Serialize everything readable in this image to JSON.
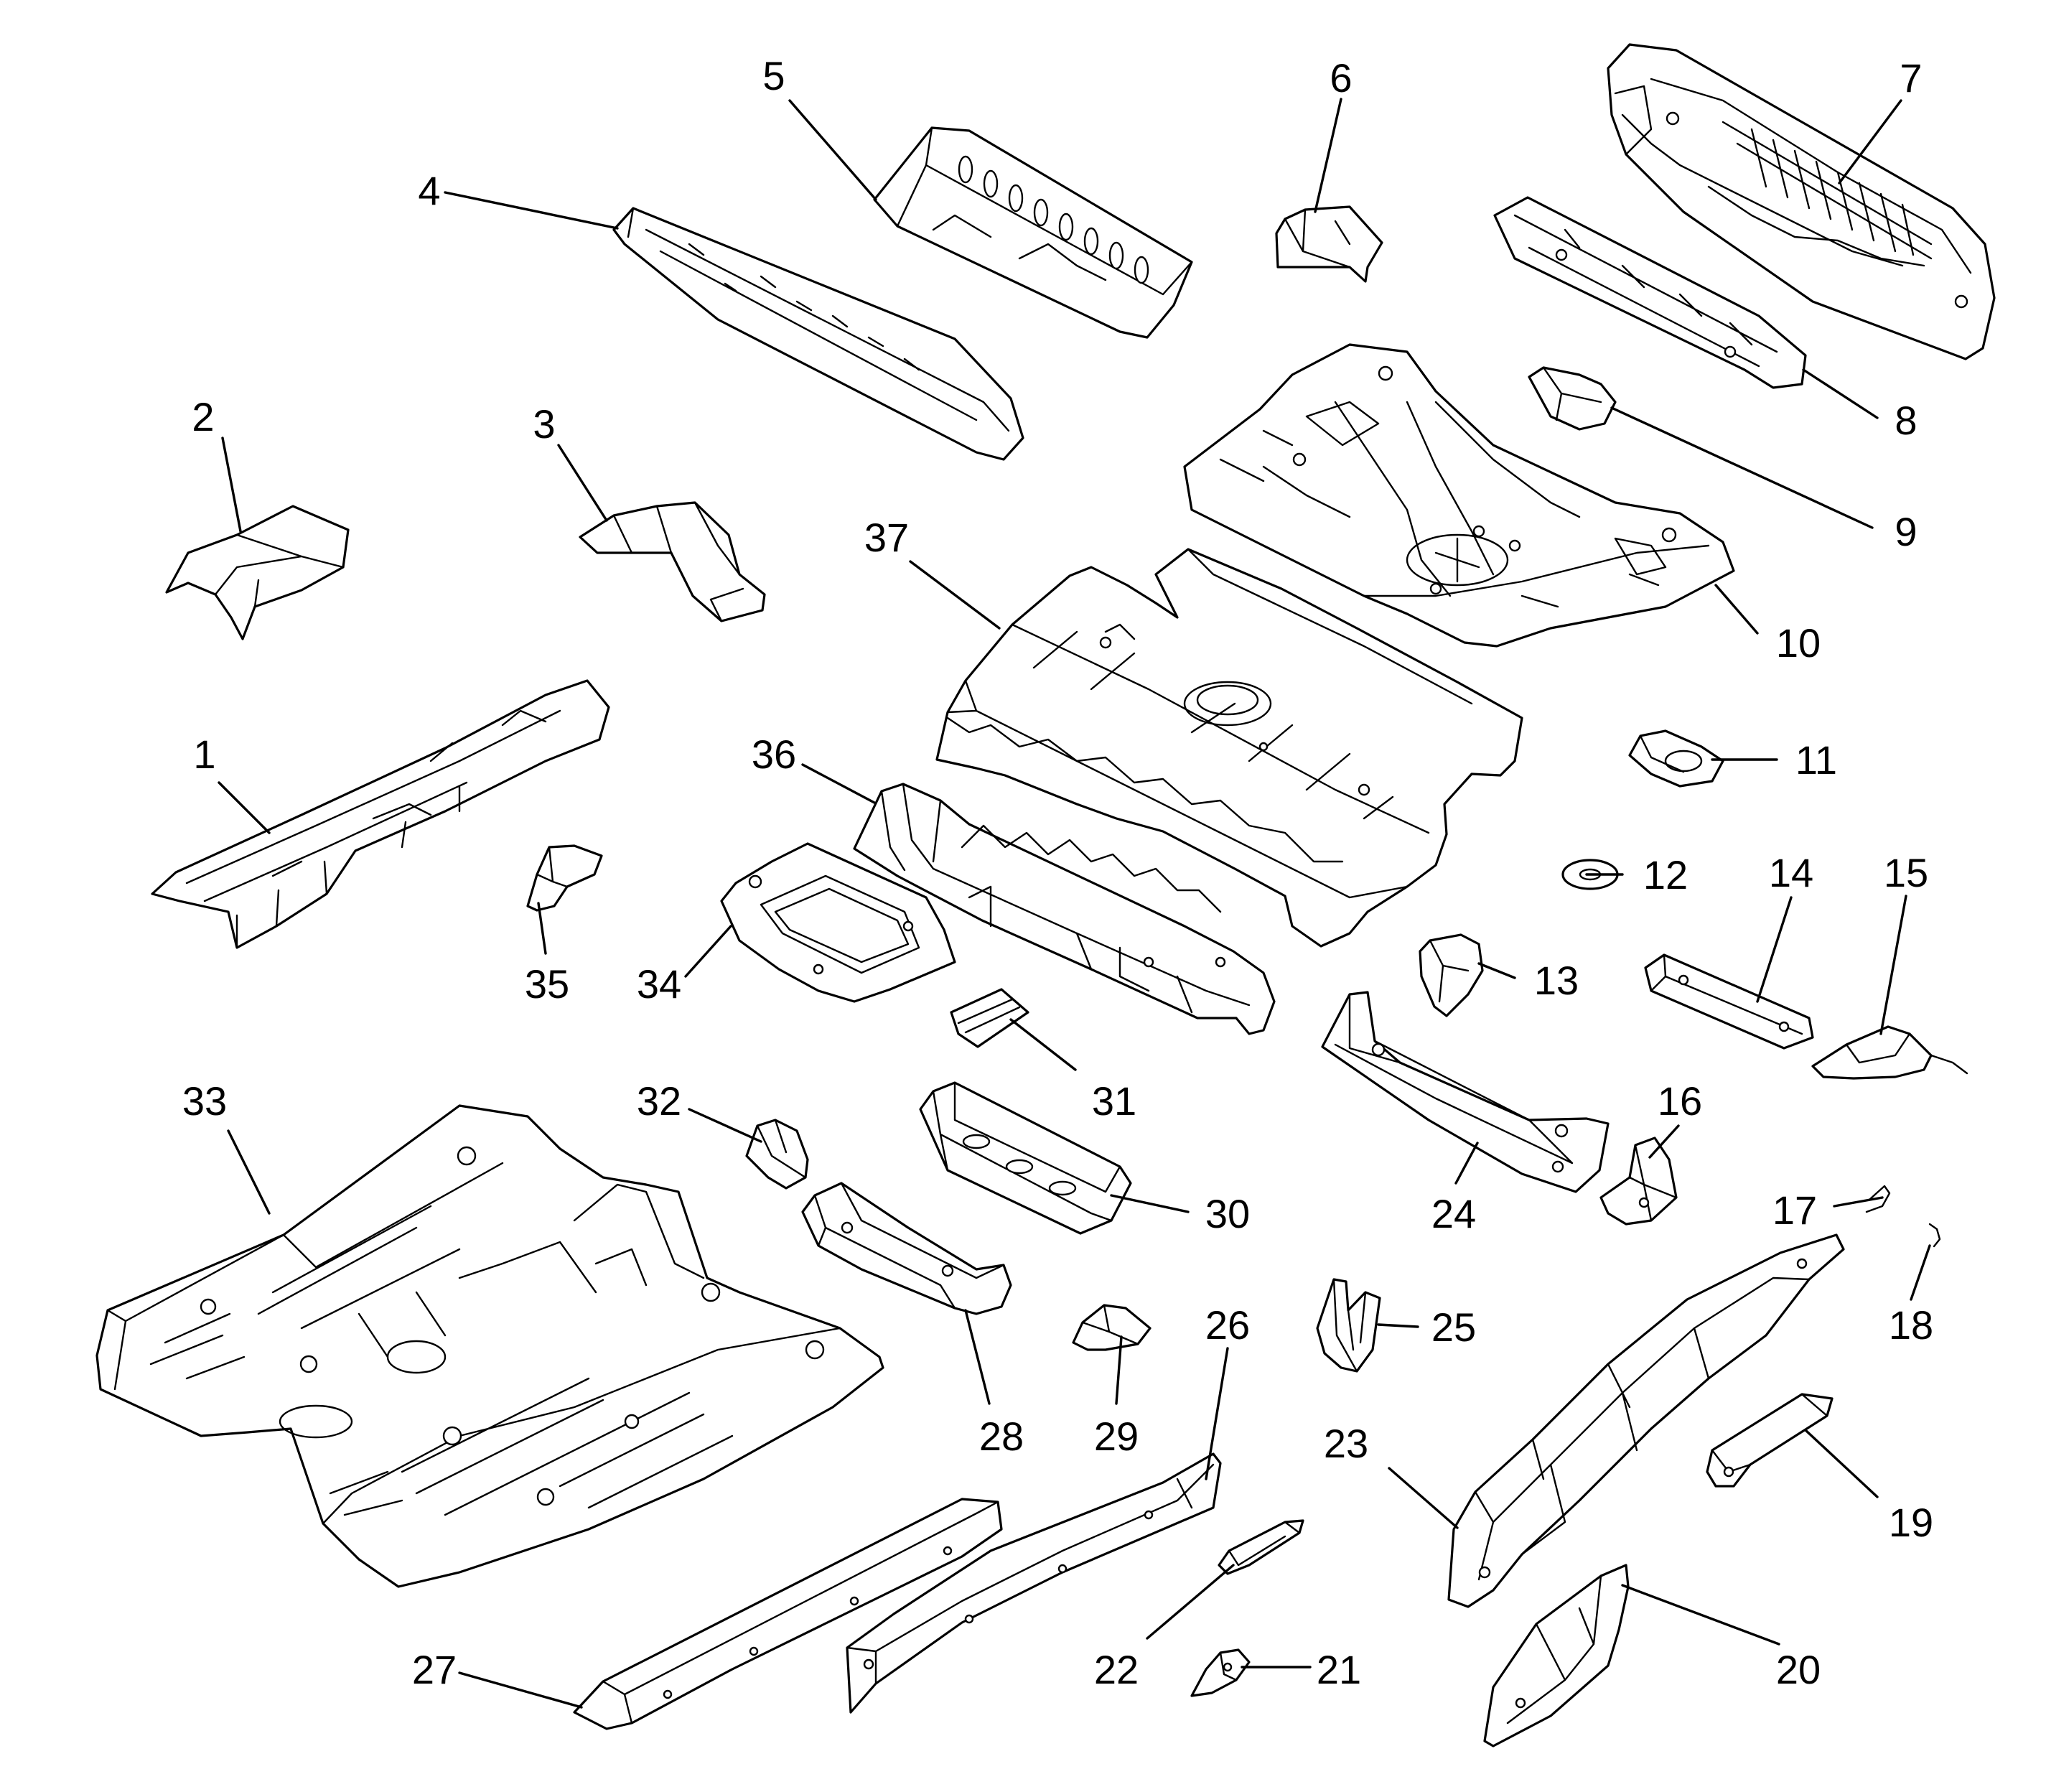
{
  "callouts": [
    {
      "id": "1",
      "label": "1"
    },
    {
      "id": "2",
      "label": "2"
    },
    {
      "id": "3",
      "label": "3"
    },
    {
      "id": "4",
      "label": "4"
    },
    {
      "id": "5",
      "label": "5"
    },
    {
      "id": "6",
      "label": "6"
    },
    {
      "id": "7",
      "label": "7"
    },
    {
      "id": "8",
      "label": "8"
    },
    {
      "id": "9",
      "label": "9"
    },
    {
      "id": "10",
      "label": "10"
    },
    {
      "id": "11",
      "label": "11"
    },
    {
      "id": "12",
      "label": "12"
    },
    {
      "id": "13",
      "label": "13"
    },
    {
      "id": "14",
      "label": "14"
    },
    {
      "id": "15",
      "label": "15"
    },
    {
      "id": "16",
      "label": "16"
    },
    {
      "id": "17",
      "label": "17"
    },
    {
      "id": "18",
      "label": "18"
    },
    {
      "id": "19",
      "label": "19"
    },
    {
      "id": "20",
      "label": "20"
    },
    {
      "id": "21",
      "label": "21"
    },
    {
      "id": "22",
      "label": "22"
    },
    {
      "id": "23",
      "label": "23"
    },
    {
      "id": "24",
      "label": "24"
    },
    {
      "id": "25",
      "label": "25"
    },
    {
      "id": "26",
      "label": "26"
    },
    {
      "id": "27",
      "label": "27"
    },
    {
      "id": "28",
      "label": "28"
    },
    {
      "id": "29",
      "label": "29"
    },
    {
      "id": "30",
      "label": "30"
    },
    {
      "id": "31",
      "label": "31"
    },
    {
      "id": "32",
      "label": "32"
    },
    {
      "id": "33",
      "label": "33"
    },
    {
      "id": "34",
      "label": "34"
    },
    {
      "id": "35",
      "label": "35"
    },
    {
      "id": "36",
      "label": "36"
    },
    {
      "id": "37",
      "label": "37"
    }
  ],
  "colors": {
    "line": "#000000",
    "background": "#ffffff"
  }
}
